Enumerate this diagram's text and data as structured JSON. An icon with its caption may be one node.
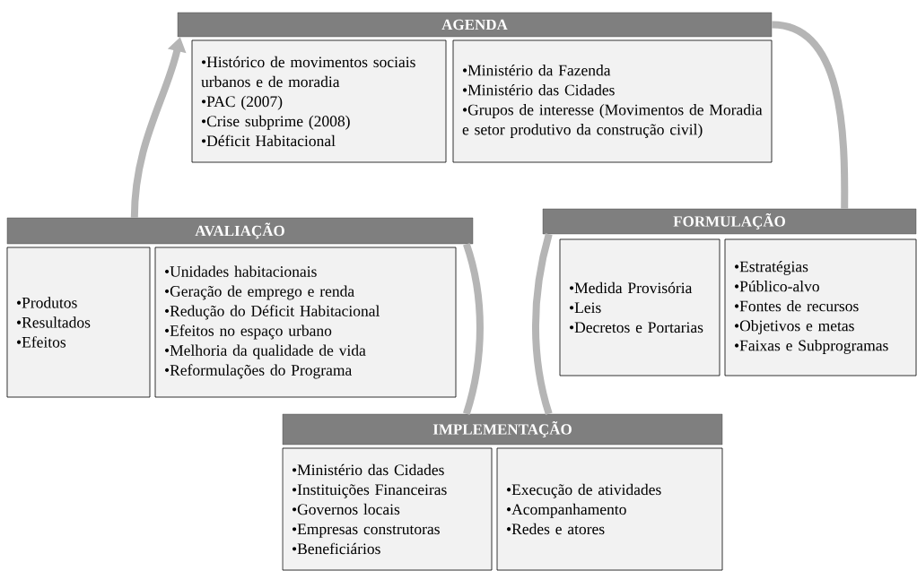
{
  "diagram": {
    "nodes": [
      {
        "text": [
          "AGENDA"
        ]
      },
      {
        "text": [
          "•Histórico de movimentos sociais urbanos e de moradia",
          "•PAC (2007)",
          "•Crise subprime (2008)",
          "•Déficit Habitacional"
        ]
      },
      {
        "text": [
          "•Ministério da Fazenda",
          "•Ministério das Cidades",
          "•Grupos de interesse (Movimentos de Moradia e setor produtivo da construção civil)"
        ]
      },
      {
        "text": [
          "FORMULAÇÃO"
        ]
      },
      {
        "text": [
          "•Medida Provisória",
          "•Leis",
          "•Decretos e Portarias"
        ]
      },
      {
        "text": [
          "•Estratégias",
          "•Público-alvo",
          "•Fontes de recursos",
          "•Objetivos e metas",
          "•Faixas e Subprogramas"
        ]
      },
      {
        "text": [
          "IMPLEMENTAÇÃO"
        ]
      },
      {
        "text": [
          "•Ministério das Cidades",
          "•Instituições Financeiras",
          "•Governos locais",
          "•Empresas construtoras",
          "•Beneficiários"
        ]
      },
      {
        "text": [
          "•Execução de atividades",
          "•Acompanhamento",
          "•Redes e atores"
        ]
      },
      {
        "text": [
          "AVALIAÇÃO"
        ]
      },
      {
        "text": [
          "•Produtos",
          "•Resultados",
          "•Efeitos"
        ]
      },
      {
        "text": [
          "•Unidades habitacionais",
          "•Geração de emprego e renda",
          "•Redução do Déficit Habitacional",
          "•Efeitos no espaço urbano",
          "•Melhoria da qualidade de vida",
          "•Reformulações do Programa"
        ]
      }
    ],
    "edges": [
      {
        "from": 0,
        "to": 3,
        "arrow": "none"
      },
      {
        "from": 3,
        "to": 6,
        "arrow": "none"
      },
      {
        "from": 6,
        "to": 9,
        "arrow": "none"
      },
      {
        "from": 9,
        "to": 0,
        "arrow": "to"
      }
    ]
  }
}
